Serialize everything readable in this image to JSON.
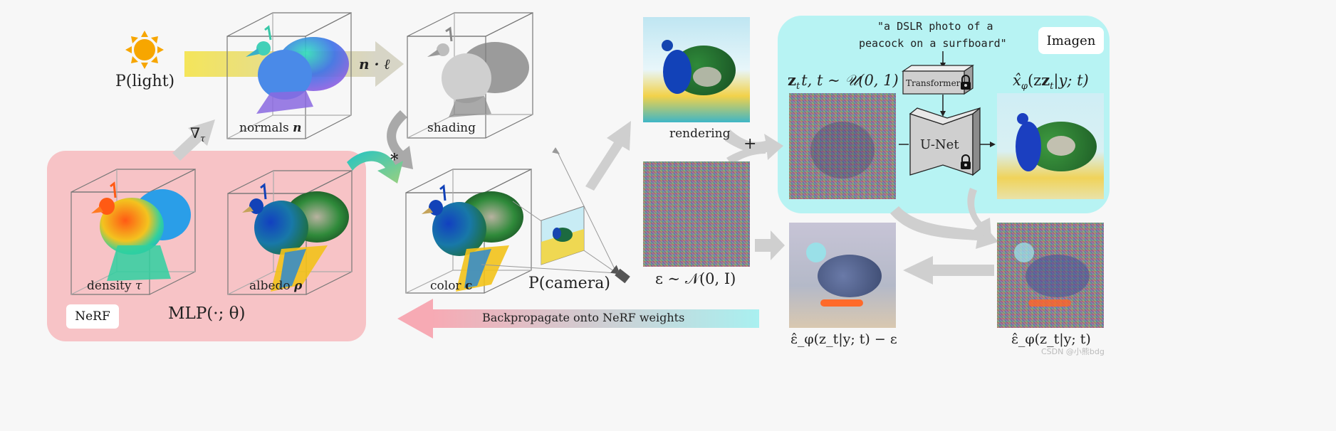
{
  "light": {
    "label_text": "P(light)"
  },
  "normals": {
    "label_prefix": "normals",
    "label_var": "n"
  },
  "dot_product": {
    "a": "n",
    "b": "ℓ"
  },
  "shading": {
    "label": "shading"
  },
  "grad": {
    "nabla": "∇",
    "sub": "τ"
  },
  "nerf": {
    "tag": "NeRF",
    "mlp": "MLP(·; θ)",
    "density_prefix": "density",
    "density_var": "τ",
    "albedo_prefix": "albedo",
    "albedo_var": "ρ"
  },
  "star": "*",
  "color": {
    "prefix": "color",
    "var": "c"
  },
  "camera": {
    "label": "P(camera)"
  },
  "rendering": {
    "label": "rendering"
  },
  "plus": "+",
  "noise": {
    "label": "ε ∼ 𝒩(0, I)"
  },
  "imagen": {
    "tag": "Imagen",
    "prompt_line1": "\"a DSLR photo of a",
    "prompt_line2": "peacock on a surfboard\"",
    "transformer": "Transformer",
    "unet": "U-Net",
    "zt_label": "z",
    "zt_rest": "t, t ∼ 𝒰(0, 1)",
    "xhat_label": "x̂",
    "xhat_rest": "(z",
    "xhat_end": "|y; t)"
  },
  "backprop": {
    "label": "Backpropagate onto NeRF weights"
  },
  "eps_diff": {
    "label": "ε̂_φ(z_t|y; t) − ε"
  },
  "eps_hat": {
    "label": "ε̂_φ(z_t|y; t)"
  },
  "watermark": "CSDN @小熊bdg",
  "colors": {
    "nerf_bg": "#f7c3c6",
    "imagen_bg": "#b7f3f3",
    "arrow_gray": "#cfcfcf",
    "sun": "#f7a600"
  }
}
